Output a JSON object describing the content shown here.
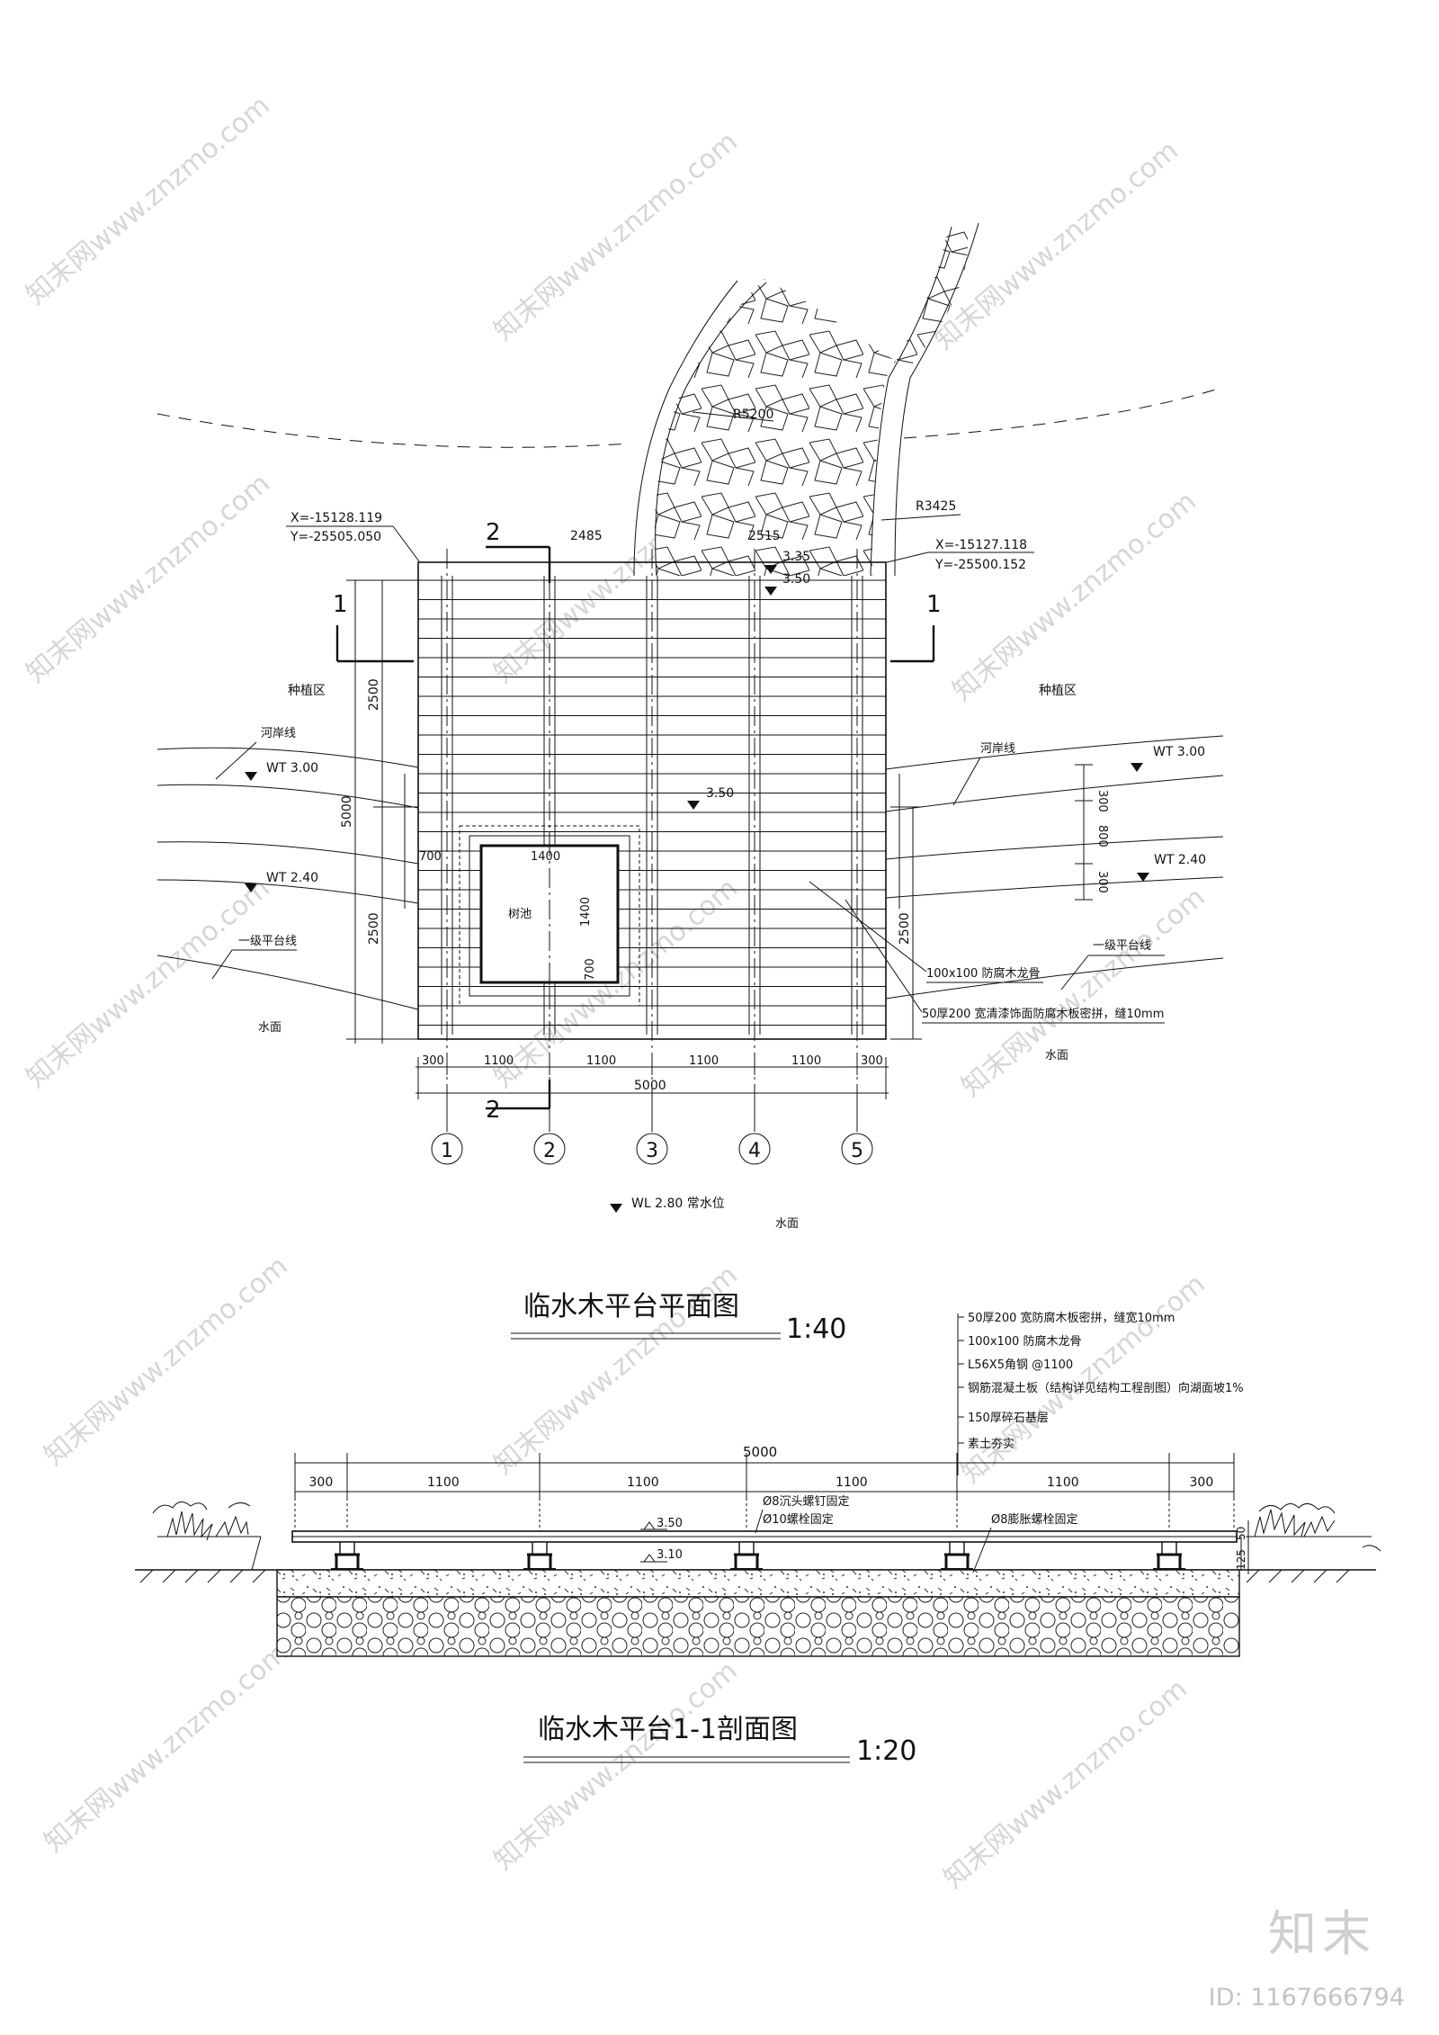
{
  "plan": {
    "section_mark_1": "1",
    "section_mark_2": "2",
    "coord_left_x": "X=-15128.119",
    "coord_left_y": "Y=-25505.050",
    "coord_right_x": "X=-15127.118",
    "coord_right_y": "Y=-25500.152",
    "dim_top_left": "2485",
    "dim_top_right": "2515",
    "radius_inner": "R5200",
    "radius_outer": "R3425",
    "elev_335": "3.35",
    "elev_350a": "3.50",
    "elev_350b": "3.50",
    "zone_left": "种植区",
    "zone_right": "种植区",
    "riverbank_left": "河岸线",
    "riverbank_right": "河岸线",
    "wt300_left": "WT 3.00",
    "wt300_right": "WT 3.00",
    "wt240_left": "WT 2.40",
    "wt240_right": "WT 2.40",
    "level1_left": "一级平台线",
    "level1_right": "一级平台线",
    "water_left": "水面",
    "water_right": "水面",
    "water_bottom": "水面",
    "pool_label": "树池",
    "joist_note": "100x100 防腐木龙骨",
    "board_note": "50厚200 宽清漆饰面防腐木板密拼，缝10mm",
    "dim_left_2500a": "2500",
    "dim_left_5000": "5000",
    "dim_left_2500b": "2500",
    "dim_right_2500": "2500",
    "dim_right_300a": "300",
    "dim_right_800": "800",
    "dim_right_300b": "300",
    "dim_700_left": "700",
    "dim_1400_top": "1400",
    "dim_1400_side": "1400",
    "dim_700_bottom": "700",
    "bottom_dims": [
      "300",
      "1100",
      "1100",
      "1100",
      "1100",
      "300"
    ],
    "bottom_total": "5000",
    "axes": [
      "1",
      "2",
      "3",
      "4",
      "5"
    ],
    "water_level": "WL 2.80 常水位",
    "title": "临水木平台平面图",
    "scale": "1:40"
  },
  "section": {
    "notes": [
      "50厚200 宽防腐木板密拼，缝宽10mm",
      "100x100 防腐木龙骨",
      "L56X5角钢 @1100",
      "钢筋混凝土板（结构详见结构工程剖图）向湖面坡1%",
      "150厚碎石基层",
      "素土夯实"
    ],
    "total_dim": "5000",
    "dims": [
      "300",
      "1100",
      "1100",
      "1100",
      "1100",
      "300"
    ],
    "anchor_note_1": "Ø8沉头螺钉固定",
    "anchor_note_2": "Ø10螺栓固定",
    "anchor_note_3": "Ø8膨胀螺栓固定",
    "elev_350": "3.50",
    "elev_310": "3.10",
    "dim_125": "125",
    "dim_50": "50",
    "title": "临水木平台1-1剖面图",
    "scale": "1:20"
  },
  "watermark": {
    "text": "知末网www.znzmo.com",
    "brand": "知末",
    "id": "ID: 1167666794"
  }
}
